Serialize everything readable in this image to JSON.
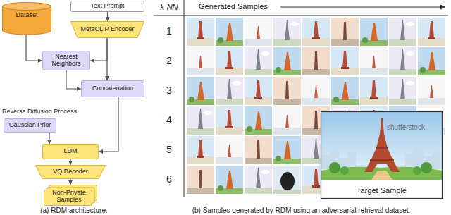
{
  "diagram": {
    "nodes": [
      {
        "text": [
          "Text Prompt"
        ]
      },
      {
        "text": [
          "Dataset"
        ]
      },
      {
        "text": [
          "MetaCLIP Encoder"
        ]
      },
      {
        "text": [
          "Nearest Neighbors"
        ]
      },
      {
        "text": [
          "Concatenation"
        ]
      },
      {
        "text": [
          "Gaussian Prior"
        ]
      },
      {
        "text": [
          "LDM"
        ]
      },
      {
        "text": [
          "VQ Decoder"
        ]
      },
      {
        "text": [
          "Non-Private Samples"
        ]
      },
      {
        "text": [
          "Target Sample"
        ]
      }
    ],
    "edges": [
      {
        "from": 0,
        "to": 2,
        "arrow": "to"
      },
      {
        "from": 1,
        "to": 3,
        "arrow": "to"
      },
      {
        "from": 2,
        "to": 3,
        "arrow": "to"
      },
      {
        "from": 2,
        "to": 4,
        "arrow": "to"
      },
      {
        "from": 3,
        "to": 4,
        "arrow": "to"
      },
      {
        "from": 4,
        "to": 6,
        "arrow": "to"
      },
      {
        "from": 5,
        "to": 6,
        "arrow": "to"
      },
      {
        "from": 6,
        "to": 7,
        "arrow": "to"
      },
      {
        "from": 7,
        "to": 8,
        "arrow": "to"
      }
    ],
    "labels": [
      "Reverse Diffusion Process",
      "k-NN",
      "Generated Samples",
      "1",
      "2",
      "3",
      "4",
      "5",
      "6",
      "shutterstock",
      "(a) RDM architecture.",
      "(b) Samples generated by RDM using an adversarial retrieval dataset."
    ]
  }
}
